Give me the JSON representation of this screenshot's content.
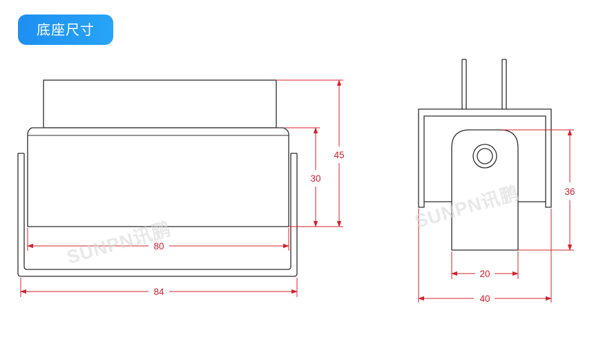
{
  "header": {
    "title": "底座尺寸"
  },
  "watermark": {
    "text": "SUNPN讯鹏"
  },
  "colors": {
    "accent": "#1e8ff0",
    "dimension": "#d5202a",
    "outline": "#2b2b2b"
  },
  "front_view": {
    "width_inner": "80",
    "width_outer": "84",
    "height_body": "30",
    "height_total": "45"
  },
  "side_view": {
    "width_bracket": "20",
    "width_base": "40",
    "height": "36"
  }
}
